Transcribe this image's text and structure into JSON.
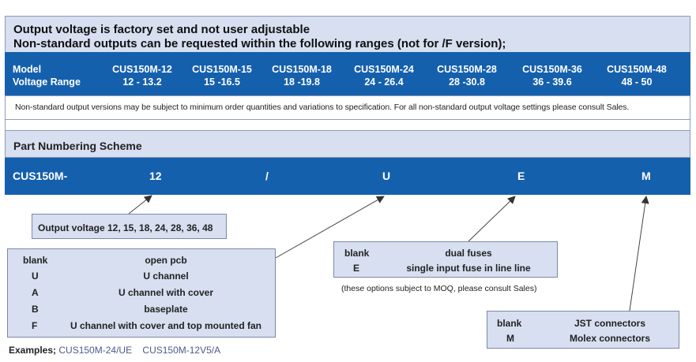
{
  "notice": {
    "line1": "Output voltage is factory set and not user adjustable",
    "line2": "Non-standard outputs can be requested within the following ranges (not for /F version);"
  },
  "range_table": {
    "row_labels": [
      "Model",
      "Voltage Range"
    ],
    "columns": [
      {
        "model": "CUS150M-12",
        "range": "12 - 13.2"
      },
      {
        "model": "CUS150M-15",
        "range": "15 -16.5"
      },
      {
        "model": "CUS150M-18",
        "range": "18 -19.8"
      },
      {
        "model": "CUS150M-24",
        "range": "24 - 26.4"
      },
      {
        "model": "CUS150M-28",
        "range": "28 -30.8"
      },
      {
        "model": "CUS150M-36",
        "range": "36 - 39.6"
      },
      {
        "model": "CUS150M-48",
        "range": "48 - 50"
      }
    ]
  },
  "disclaimer": "Non-standard output versions may be subject to minimum order quantities and variations to specification. For all non-standard output voltage settings please consult Sales.",
  "part_numbering": {
    "title": "Part Numbering Scheme",
    "segments": [
      "CUS150M-",
      "12",
      "/",
      "U",
      "E",
      "M"
    ]
  },
  "output_voltage_box": "Output voltage 12, 15, 18, 24, 28, 36, 48",
  "chassis_options": [
    {
      "code": "blank",
      "desc": "open pcb"
    },
    {
      "code": "U",
      "desc": "U channel"
    },
    {
      "code": "A",
      "desc": "U channel with cover"
    },
    {
      "code": "B",
      "desc": "baseplate"
    },
    {
      "code": "F",
      "desc": "U channel with cover and top mounted fan"
    }
  ],
  "fuse_options": [
    {
      "code": "blank",
      "desc": "dual fuses"
    },
    {
      "code": "E",
      "desc": "single input fuse in line line"
    }
  ],
  "fuse_note": "(these options subject to MOQ, please consult Sales)",
  "connector_options": [
    {
      "code": "blank",
      "desc": "JST connectors"
    },
    {
      "code": "M",
      "desc": "Molex connectors"
    }
  ],
  "examples": {
    "label": "Examples;",
    "values": "CUS150M-24/UE    CUS150M-12V5/A"
  },
  "colors": {
    "band": "#1560ad",
    "box_fill": "#d7dff0",
    "border": "#8f9bb8"
  }
}
